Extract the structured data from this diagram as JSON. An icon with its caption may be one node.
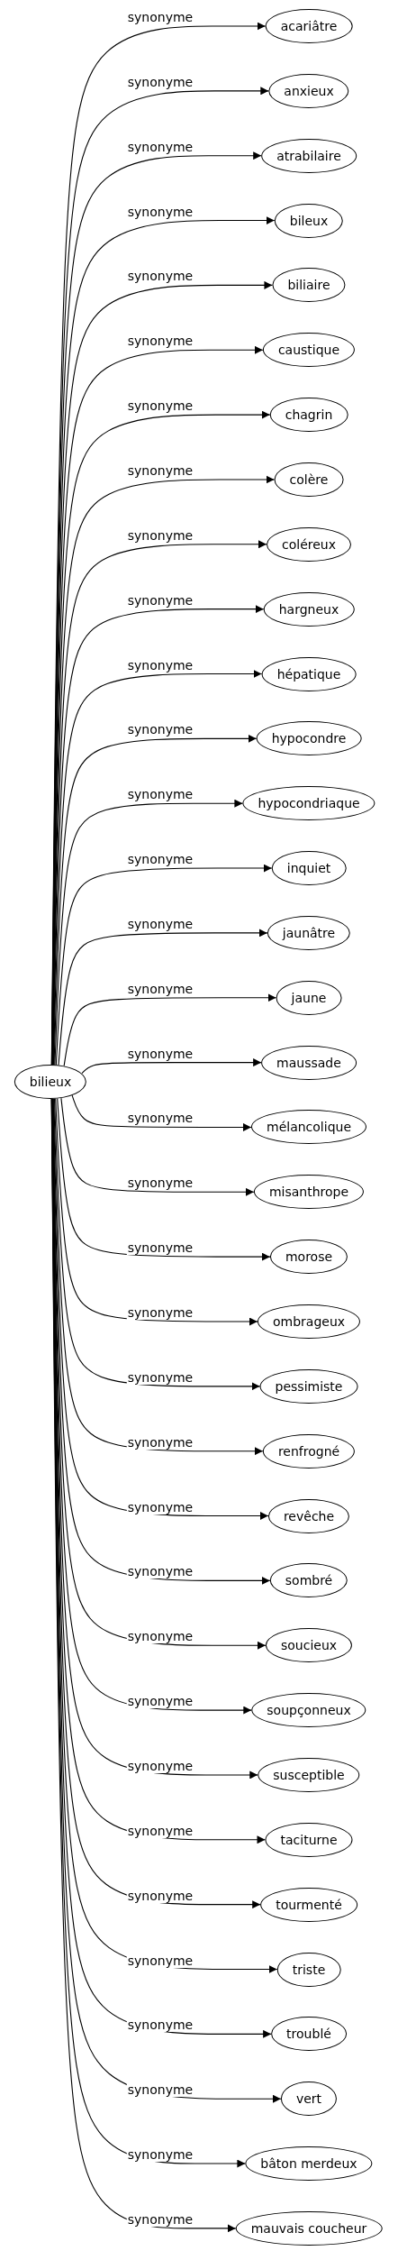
{
  "diagram": {
    "nodes": [
      {
        "text": [
          "bilieux"
        ]
      },
      {
        "text": [
          "acariâtre"
        ]
      },
      {
        "text": [
          "anxieux"
        ]
      },
      {
        "text": [
          "atrabilaire"
        ]
      },
      {
        "text": [
          "bileux"
        ]
      },
      {
        "text": [
          "biliaire"
        ]
      },
      {
        "text": [
          "caustique"
        ]
      },
      {
        "text": [
          "chagrin"
        ]
      },
      {
        "text": [
          "colère"
        ]
      },
      {
        "text": [
          "coléreux"
        ]
      },
      {
        "text": [
          "hargneux"
        ]
      },
      {
        "text": [
          "hépatique"
        ]
      },
      {
        "text": [
          "hypocondre"
        ]
      },
      {
        "text": [
          "hypocondriaque"
        ]
      },
      {
        "text": [
          "inquiet"
        ]
      },
      {
        "text": [
          "jaunâtre"
        ]
      },
      {
        "text": [
          "jaune"
        ]
      },
      {
        "text": [
          "maussade"
        ]
      },
      {
        "text": [
          "mélancolique"
        ]
      },
      {
        "text": [
          "misanthrope"
        ]
      },
      {
        "text": [
          "morose"
        ]
      },
      {
        "text": [
          "ombrageux"
        ]
      },
      {
        "text": [
          "pessimiste"
        ]
      },
      {
        "text": [
          "renfrogné"
        ]
      },
      {
        "text": [
          "revêche"
        ]
      },
      {
        "text": [
          "sombré"
        ]
      },
      {
        "text": [
          "soucieux"
        ]
      },
      {
        "text": [
          "soupçonneux"
        ]
      },
      {
        "text": [
          "susceptible"
        ]
      },
      {
        "text": [
          "taciturne"
        ]
      },
      {
        "text": [
          "tourmenté"
        ]
      },
      {
        "text": [
          "triste"
        ]
      },
      {
        "text": [
          "troublé"
        ]
      },
      {
        "text": [
          "vert"
        ]
      },
      {
        "text": [
          "bâton merdeux"
        ]
      },
      {
        "text": [
          "mauvais coucheur"
        ]
      }
    ],
    "edges": [
      {
        "from": 0,
        "to": 1,
        "arrow": "to",
        "label": "synonyme"
      },
      {
        "from": 0,
        "to": 2,
        "arrow": "to",
        "label": "synonyme"
      },
      {
        "from": 0,
        "to": 3,
        "arrow": "to",
        "label": "synonyme"
      },
      {
        "from": 0,
        "to": 4,
        "arrow": "to",
        "label": "synonyme"
      },
      {
        "from": 0,
        "to": 5,
        "arrow": "to",
        "label": "synonyme"
      },
      {
        "from": 0,
        "to": 6,
        "arrow": "to",
        "label": "synonyme"
      },
      {
        "from": 0,
        "to": 7,
        "arrow": "to",
        "label": "synonyme"
      },
      {
        "from": 0,
        "to": 8,
        "arrow": "to",
        "label": "synonyme"
      },
      {
        "from": 0,
        "to": 9,
        "arrow": "to",
        "label": "synonyme"
      },
      {
        "from": 0,
        "to": 10,
        "arrow": "to",
        "label": "synonyme"
      },
      {
        "from": 0,
        "to": 11,
        "arrow": "to",
        "label": "synonyme"
      },
      {
        "from": 0,
        "to": 12,
        "arrow": "to",
        "label": "synonyme"
      },
      {
        "from": 0,
        "to": 13,
        "arrow": "to",
        "label": "synonyme"
      },
      {
        "from": 0,
        "to": 14,
        "arrow": "to",
        "label": "synonyme"
      },
      {
        "from": 0,
        "to": 15,
        "arrow": "to",
        "label": "synonyme"
      },
      {
        "from": 0,
        "to": 16,
        "arrow": "to",
        "label": "synonyme"
      },
      {
        "from": 0,
        "to": 17,
        "arrow": "to",
        "label": "synonyme"
      },
      {
        "from": 0,
        "to": 18,
        "arrow": "to",
        "label": "synonyme"
      },
      {
        "from": 0,
        "to": 19,
        "arrow": "to",
        "label": "synonyme"
      },
      {
        "from": 0,
        "to": 20,
        "arrow": "to",
        "label": "synonyme"
      },
      {
        "from": 0,
        "to": 21,
        "arrow": "to",
        "label": "synonyme"
      },
      {
        "from": 0,
        "to": 22,
        "arrow": "to",
        "label": "synonyme"
      },
      {
        "from": 0,
        "to": 23,
        "arrow": "to",
        "label": "synonyme"
      },
      {
        "from": 0,
        "to": 24,
        "arrow": "to",
        "label": "synonyme"
      },
      {
        "from": 0,
        "to": 25,
        "arrow": "to",
        "label": "synonyme"
      },
      {
        "from": 0,
        "to": 26,
        "arrow": "to",
        "label": "synonyme"
      },
      {
        "from": 0,
        "to": 27,
        "arrow": "to",
        "label": "synonyme"
      },
      {
        "from": 0,
        "to": 28,
        "arrow": "to",
        "label": "synonyme"
      },
      {
        "from": 0,
        "to": 29,
        "arrow": "to",
        "label": "synonyme"
      },
      {
        "from": 0,
        "to": 30,
        "arrow": "to",
        "label": "synonyme"
      },
      {
        "from": 0,
        "to": 31,
        "arrow": "to",
        "label": "synonyme"
      },
      {
        "from": 0,
        "to": 32,
        "arrow": "to",
        "label": "synonyme"
      },
      {
        "from": 0,
        "to": 33,
        "arrow": "to",
        "label": "synonyme"
      },
      {
        "from": 0,
        "to": 34,
        "arrow": "to",
        "label": "synonyme"
      },
      {
        "from": 0,
        "to": 35,
        "arrow": "to",
        "label": "synonyme"
      }
    ]
  }
}
